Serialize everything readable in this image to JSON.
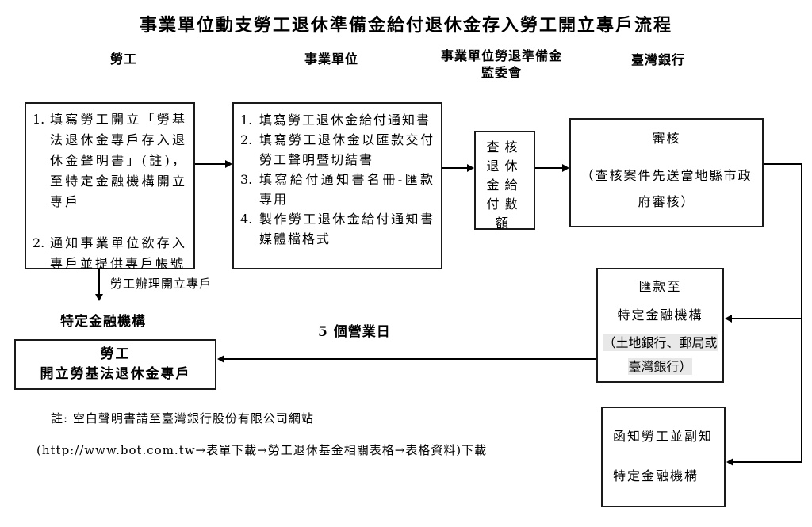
{
  "title": "事業單位動支勞工退休準備金給付退休金存入勞工開立專戶流程",
  "headers": {
    "worker": "勞工",
    "business": "事業單位",
    "committee_line1": "事業單位勞退準備金",
    "committee_line2": "監委會",
    "bank": "臺灣銀行"
  },
  "boxes": {
    "worker_steps": {
      "items": [
        {
          "num": "1.",
          "text": "填寫勞工開立「勞基法退休金專戶存入退休金聲明書」(註)，至特定金融機構開立專戶"
        },
        {
          "num": "2.",
          "text": "通知事業單位欲存入專戶並提供專戶帳號"
        }
      ]
    },
    "business_steps": {
      "items": [
        {
          "num": "1.",
          "text": "填寫勞工退休金給付通知書"
        },
        {
          "num": "2.",
          "text": "填寫勞工退休金以匯款交付勞工聲明暨切結書"
        },
        {
          "num": "3.",
          "text": "填寫給付通知書名冊-匯款專用"
        },
        {
          "num": "4.",
          "text": "製作勞工退休金給付通知書媒體檔格式"
        }
      ]
    },
    "committee_check": {
      "text": "查核退休金給付數額"
    },
    "review": {
      "title": "審核",
      "note": "（查核案件先送當地縣市政府審核）"
    },
    "remit": {
      "line1": "匯款至",
      "line2": "特定金融機構",
      "highlight": "（土地銀行、郵局或臺灣銀行）"
    },
    "notify": {
      "line1": "函知勞工並副知",
      "line2": "特定金融機構"
    },
    "account": {
      "line1": "勞工",
      "line2": "開立勞基法退休金專戶"
    }
  },
  "labels": {
    "worker_opens_account": "勞工辦理開立專戶",
    "financial_institution": "特定金融機構",
    "business_days": "5 個營業日"
  },
  "footnote": {
    "line1": "註: 空白聲明書請至臺灣銀行股份有限公司網站",
    "line2": "(http://www.bot.com.tw→表單下載→勞工退休基金相關表格→表格資料)下載"
  },
  "colors": {
    "highlight_bg": "#e8e8e8",
    "line": "#000000",
    "text": "#000000"
  }
}
